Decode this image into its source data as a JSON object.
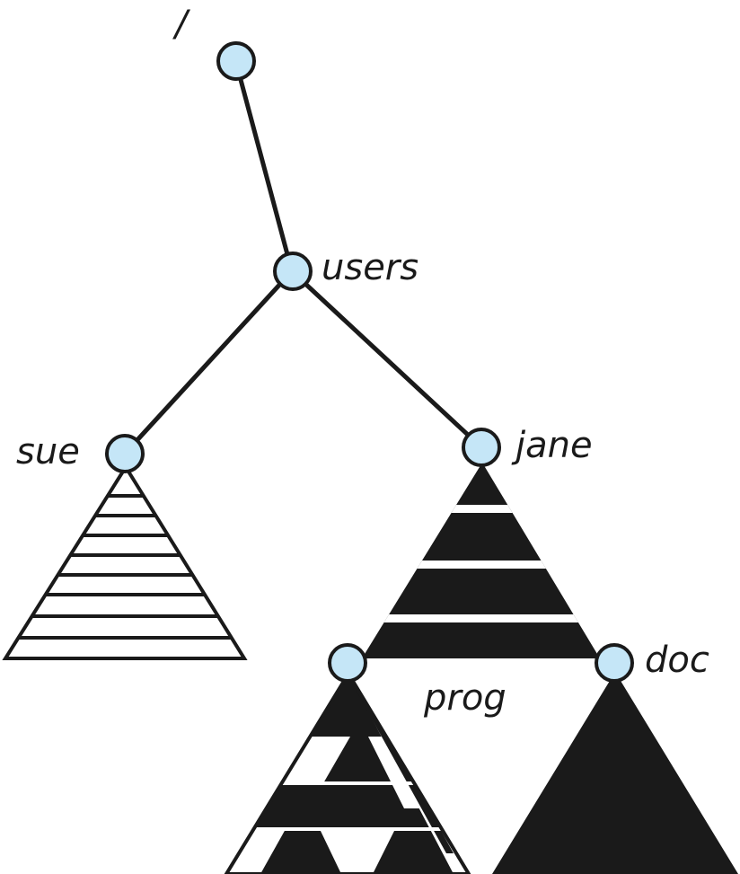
{
  "diagram": {
    "nodes": {
      "root": {
        "label": "/"
      },
      "users": {
        "label": "users"
      },
      "sue": {
        "label": "sue"
      },
      "jane": {
        "label": "jane"
      },
      "prog": {
        "label": "prog"
      },
      "doc": {
        "label": "doc"
      }
    },
    "edges": [
      {
        "from": "root",
        "to": "users"
      },
      {
        "from": "users",
        "to": "sue"
      },
      {
        "from": "users",
        "to": "jane"
      }
    ]
  },
  "colors": {
    "node_fill": "#c5e6f7",
    "ink": "#1a1a1a",
    "background": "#ffffff"
  }
}
